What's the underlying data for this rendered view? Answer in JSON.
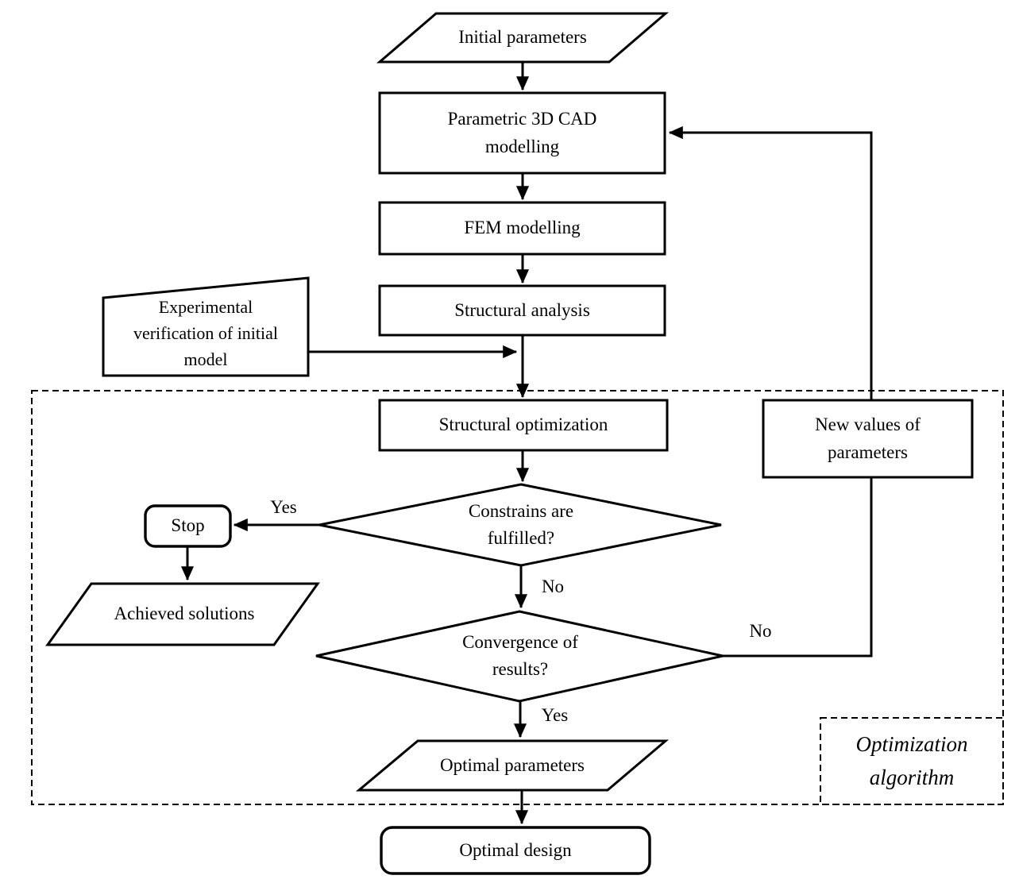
{
  "colors": {
    "stroke": "#000000",
    "background": "#ffffff"
  },
  "nodes": {
    "initial_parameters": {
      "label": "Initial parameters"
    },
    "parametric_cad": {
      "label": "Parametric 3D CAD\nmodelling"
    },
    "fem_modelling": {
      "label": "FEM modelling"
    },
    "structural_analysis": {
      "label": "Structural analysis"
    },
    "experimental_verification": {
      "label": "Experimental\nverification of initial\nmodel"
    },
    "structural_optimization": {
      "label": "Structural optimization"
    },
    "constraints_decision": {
      "label": "Constrains are\nfulfilled?"
    },
    "stop": {
      "label": "Stop"
    },
    "achieved_solutions": {
      "label": "Achieved solutions"
    },
    "convergence_decision": {
      "label": "Convergence of\nresults?"
    },
    "new_values": {
      "label": "New values of\nparameters"
    },
    "optimal_parameters": {
      "label": "Optimal parameters"
    },
    "optimal_design": {
      "label": "Optimal design"
    }
  },
  "edge_labels": {
    "constraints_yes": "Yes",
    "constraints_no": "No",
    "convergence_no": "No",
    "convergence_yes": "Yes"
  },
  "region": {
    "optimization_algorithm": "Optimization\nalgorithm"
  }
}
